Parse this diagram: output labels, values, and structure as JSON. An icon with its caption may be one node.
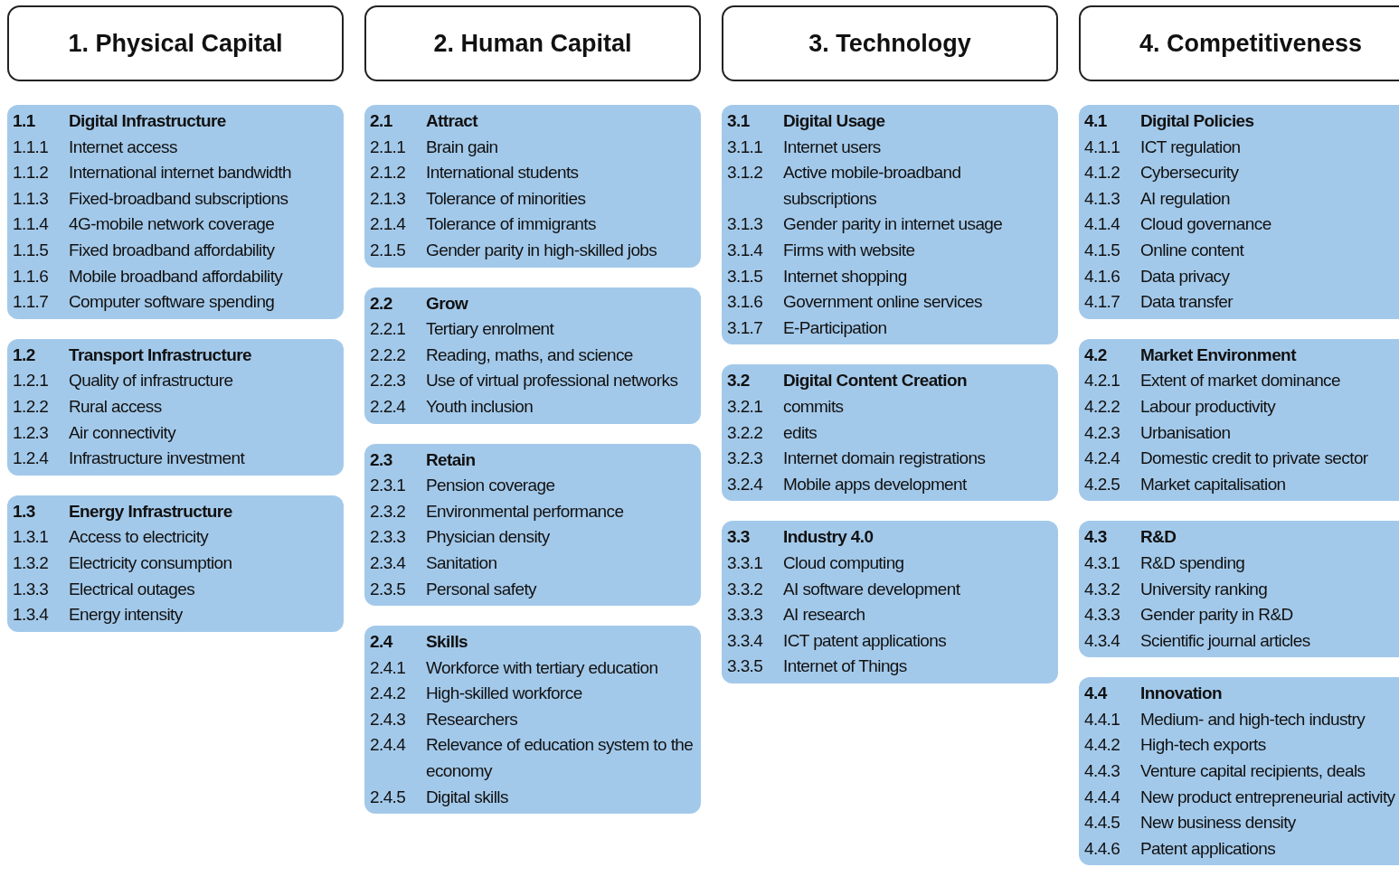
{
  "diagram": {
    "nodes": [
      {
        "text": [
          "1. Physical Capital"
        ]
      },
      {
        "text": [
          "1.1",
          "Digital Infrastructure",
          "1.1.1",
          "Internet access",
          "1.1.2",
          "International internet bandwidth",
          "1.1.3",
          "Fixed-broadband subscriptions",
          "1.1.4",
          "4G-mobile network coverage",
          "1.1.5",
          "Fixed broadband affordability",
          "1.1.6",
          "Mobile broadband affordability",
          "1.1.7",
          "Computer software spending"
        ]
      },
      {
        "text": [
          "1.2",
          "Transport Infrastructure",
          "1.2.1",
          "Quality of infrastructure",
          "1.2.2",
          "Rural access",
          "1.2.3",
          "Air connectivity",
          "1.2.4",
          "Infrastructure investment"
        ]
      },
      {
        "text": [
          "1.3",
          "Energy Infrastructure",
          "1.3.1",
          "Access to electricity",
          "1.3.2",
          "Electricity consumption",
          "1.3.3",
          "Electrical outages",
          "1.3.4",
          "Energy intensity"
        ]
      },
      {
        "text": [
          "2. Human Capital"
        ]
      },
      {
        "text": [
          "2.1",
          "Attract",
          "2.1.1",
          "Brain gain",
          "2.1.2",
          "International students",
          "2.1.3",
          "Tolerance of minorities",
          "2.1.4",
          "Tolerance of immigrants",
          "2.1.5",
          "Gender parity in high-skilled jobs"
        ]
      },
      {
        "text": [
          "2.2",
          "Grow",
          "2.2.1",
          "Tertiary enrolment",
          "2.2.2",
          "Reading, maths, and science",
          "2.2.3",
          "Use of virtual professional networks",
          "2.2.4",
          "Youth inclusion"
        ]
      },
      {
        "text": [
          "2.3",
          "Retain",
          "2.3.1",
          "Pension coverage",
          "2.3.2",
          "Environmental performance",
          "2.3.3",
          "Physician density",
          "2.3.4",
          "Sanitation",
          "2.3.5",
          "Personal safety"
        ]
      },
      {
        "text": [
          "2.4",
          "Skills",
          "2.4.1",
          "Workforce with tertiary education",
          "2.4.2",
          "High-skilled workforce",
          "2.4.3",
          "Researchers",
          "2.4.4",
          "Relevance of education system to the economy",
          "2.4.5",
          "Digital skills"
        ]
      },
      {
        "text": [
          "3. Technology"
        ]
      },
      {
        "text": [
          "3.1",
          "Digital Usage",
          "3.1.1",
          "Internet users",
          "3.1.2",
          "Active mobile-broadband subscriptions",
          "3.1.3",
          "Gender parity in internet usage",
          "3.1.4",
          "Firms with website",
          "3.1.5",
          "Internet shopping",
          "3.1.6",
          "Government online services",
          "3.1.7",
          "E-Participation"
        ]
      },
      {
        "text": [
          "3.2",
          "Digital Content Creation",
          "3.2.1",
          "commits",
          "3.2.2",
          "edits",
          "3.2.3",
          "Internet domain registrations",
          "3.2.4",
          "Mobile apps development"
        ]
      },
      {
        "text": [
          "3.3",
          "Industry 4.0",
          "3.3.1",
          "Cloud computing",
          "3.3.2",
          "AI software development",
          "3.3.3",
          "AI research",
          "3.3.4",
          "ICT patent applications",
          "3.3.5",
          "Internet of Things"
        ]
      },
      {
        "text": [
          "4. Competitiveness"
        ]
      },
      {
        "text": [
          "4.1",
          "Digital Policies",
          "4.1.1",
          "ICT regulation",
          "4.1.2",
          "Cybersecurity",
          "4.1.3",
          "AI regulation",
          "4.1.4",
          "Cloud governance",
          "4.1.5",
          "Online content",
          "4.1.6",
          "Data privacy",
          "4.1.7",
          "Data transfer"
        ]
      },
      {
        "text": [
          "4.2",
          "Market Environment",
          "4.2.1",
          "Extent of market dominance",
          "4.2.2",
          "Labour productivity",
          "4.2.3",
          "Urbanisation",
          "4.2.4",
          "Domestic credit to private sector",
          "4.2.5",
          "Market capitalisation"
        ]
      },
      {
        "text": [
          "4.3",
          "R&D",
          "4.3.1",
          "R&D spending",
          "4.3.2",
          "University ranking",
          "4.3.3",
          "Gender parity in R&D",
          "4.3.4",
          "Scientific journal articles"
        ]
      },
      {
        "text": [
          "4.4",
          "Innovation",
          "4.4.1",
          "Medium- and high-tech industry",
          "4.4.2",
          "High-tech exports",
          "4.4.3",
          "Venture capital recipients, deals",
          "4.4.4",
          "New product entrepreneurial activity",
          "4.4.5",
          "New business density",
          "4.4.6",
          "Patent applications"
        ]
      }
    ],
    "edges": []
  }
}
